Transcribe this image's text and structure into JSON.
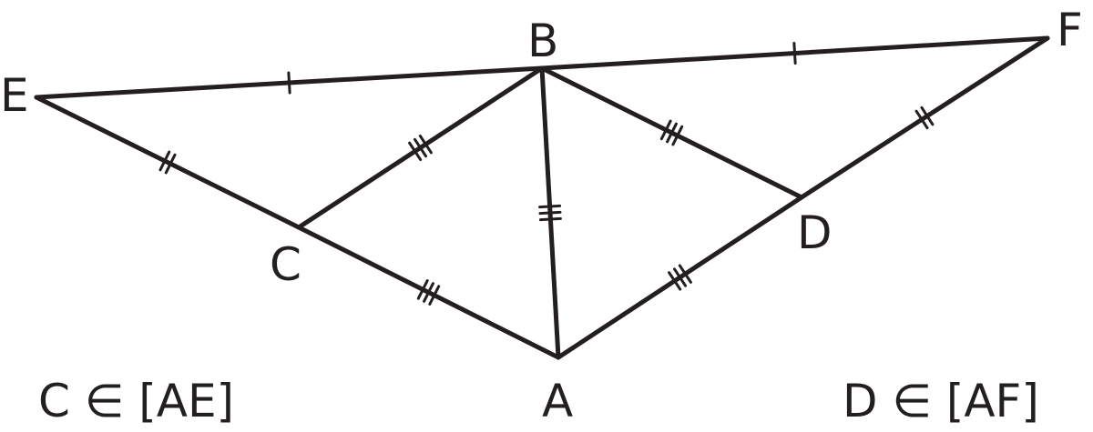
{
  "points": {
    "A": "A",
    "B": "B",
    "C": "C",
    "D": "D",
    "E": "E",
    "F": "F"
  },
  "segments": [
    {
      "from": "E",
      "to": "B",
      "ticks": 1
    },
    {
      "from": "B",
      "to": "F",
      "ticks": 1
    },
    {
      "from": "E",
      "to": "C",
      "ticks": 2
    },
    {
      "from": "D",
      "to": "F",
      "ticks": 2
    },
    {
      "from": "C",
      "to": "B",
      "ticks": 3
    },
    {
      "from": "B",
      "to": "D",
      "ticks": 3
    },
    {
      "from": "B",
      "to": "A",
      "ticks": 3
    },
    {
      "from": "C",
      "to": "A",
      "ticks": 3
    },
    {
      "from": "A",
      "to": "D",
      "ticks": 3
    }
  ],
  "notes": {
    "left": "C ∈ [AE]",
    "right": "D ∈ [AF]"
  },
  "colors": {
    "stroke": "#231f20"
  }
}
